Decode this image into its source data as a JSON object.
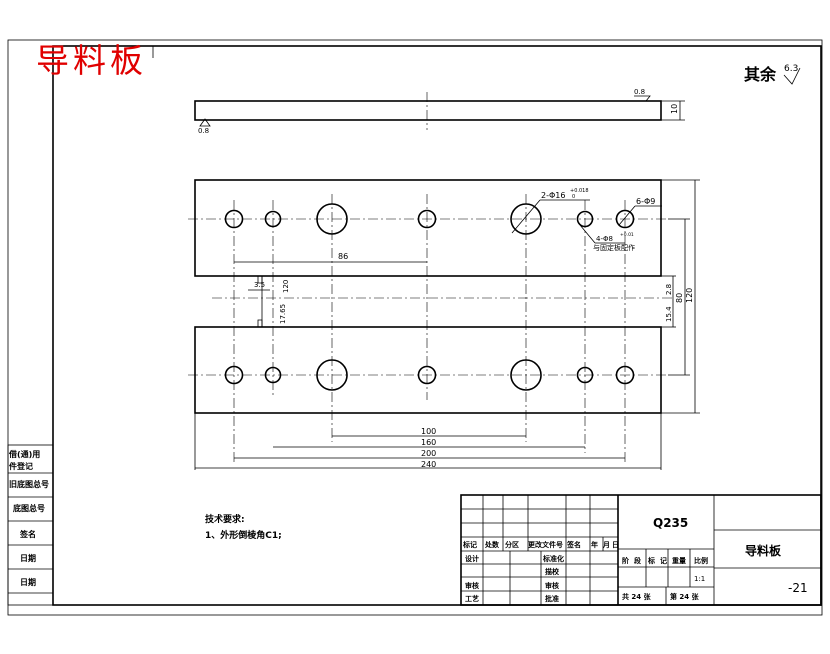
{
  "header": {
    "red_title": "导料板",
    "surface_note": "其余",
    "surface_value": "6.3"
  },
  "side_strip": {
    "labels": [
      "借(通)用",
      "件登记",
      "旧底图总号",
      "底图总号",
      "签名",
      "日期",
      "日期"
    ]
  },
  "view_top": {
    "roughness_a": "0.8",
    "roughness_b": "0.8",
    "thickness": "10"
  },
  "annotations": {
    "hole_big": "2-Φ16",
    "hole_big_tol_top": "+0.018",
    "hole_big_tol_bot": "0",
    "hole_small": "6-Φ9",
    "hole_pin": "4-Φ8",
    "hole_pin_tol": "+0.01",
    "hole_pin_note": "与固定板配作"
  },
  "dimensions": {
    "d86": "86",
    "d35": "3.5",
    "d1765": "17.65",
    "d120_small": "120",
    "d154": "15.4",
    "d28": "2.8",
    "d80": "80",
    "d120": "120",
    "d100": "100",
    "d160": "160",
    "d200": "200",
    "d240": "240"
  },
  "tech": {
    "heading": "技术要求:",
    "item1": "1、外形倒棱角C1;"
  },
  "title_block": {
    "material": "Q235",
    "part_name": "导料板",
    "drawing_no": "-21",
    "scale": "1:1",
    "total_sheets": "共 24  张",
    "sheet_no": "第 24  张",
    "rev_headers": [
      "标记",
      "处数",
      "分区",
      "更改文件号",
      "签名",
      "年",
      "月",
      "日"
    ],
    "roles_left": [
      "设计",
      "审核",
      "工艺"
    ],
    "roles_mid": [
      "标准化",
      "描校",
      "审核",
      "批准"
    ],
    "stage_headers": [
      "阶",
      "段",
      "标",
      "记",
      "重量",
      "比例"
    ]
  }
}
